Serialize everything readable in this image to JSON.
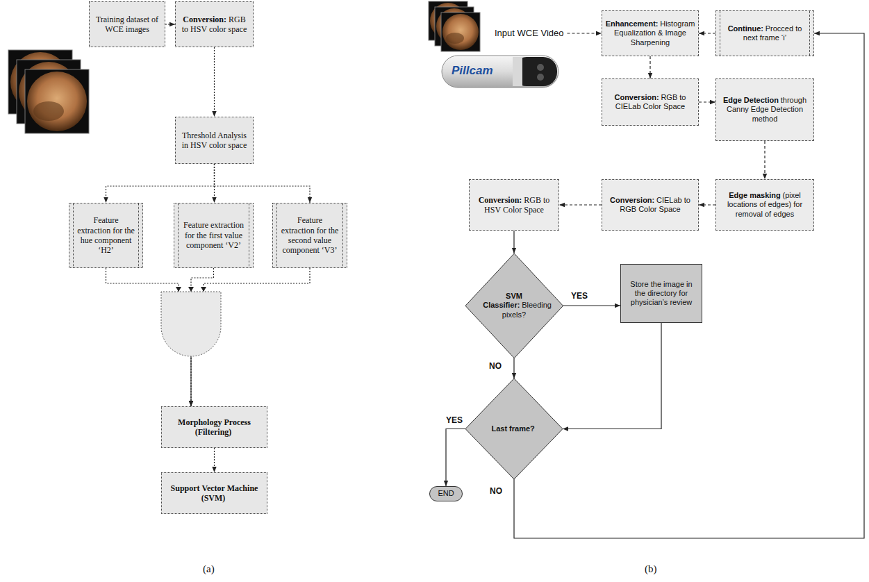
{
  "diagram": {
    "nodes": [
      {
        "text": [
          "Training dataset of WCE images"
        ]
      },
      {
        "text": [
          "Conversion:",
          "RGB to HSV color space"
        ]
      },
      {
        "text": [
          "Threshold Analysis in HSV color space"
        ]
      },
      {
        "text": [
          "Feature extraction for the hue component ‘H2’"
        ]
      },
      {
        "text": [
          "Feature extraction for the first value component ‘V2’"
        ]
      },
      {
        "text": [
          "Feature extraction for the second value component ‘V3’"
        ]
      },
      {
        "text": [
          "Morphology Process (Filtering)"
        ]
      },
      {
        "text": [
          "Support Vector Machine (SVM)"
        ]
      },
      {
        "text": [
          "Enhancement:",
          "Histogram Equalization & Image Sharpening"
        ]
      },
      {
        "text": [
          "Continue:",
          "Procced to next frame ‘i’"
        ]
      },
      {
        "text": [
          "Conversion:",
          "RGB to CIELab Color Space"
        ]
      },
      {
        "text": [
          "Edge Detection",
          "through Canny Edge Detection method"
        ]
      },
      {
        "text": [
          "Edge masking",
          "(pixel locations of edges) for removal of edges"
        ]
      },
      {
        "text": [
          "Conversion:",
          "CIELab to RGB Color Space"
        ]
      },
      {
        "text": [
          "Conversion:",
          "RGB to HSV Color Space"
        ]
      },
      {
        "text": [
          "SVM Classifier:",
          "Bleeding pixels?"
        ]
      },
      {
        "text": [
          "Store the image in the directory for physician’s review"
        ]
      },
      {
        "text": [
          "Last frame?"
        ]
      },
      {
        "text": [
          "END"
        ]
      }
    ],
    "edges": [
      {
        "from": 0,
        "to": 1,
        "arrow": "to"
      },
      {
        "from": 1,
        "to": 2,
        "arrow": "to"
      },
      {
        "from": 2,
        "to": 3,
        "arrow": "to"
      },
      {
        "from": 2,
        "to": 4,
        "arrow": "to"
      },
      {
        "from": 2,
        "to": 5,
        "arrow": "to"
      },
      {
        "from": 3,
        "to": 6,
        "arrow": "to"
      },
      {
        "from": 4,
        "to": 6,
        "arrow": "to"
      },
      {
        "from": 5,
        "to": 6,
        "arrow": "to"
      },
      {
        "from": 6,
        "to": 7,
        "arrow": "to"
      },
      {
        "from": 9,
        "to": 8,
        "arrow": "to"
      },
      {
        "from": 8,
        "to": 10,
        "arrow": "to"
      },
      {
        "from": 10,
        "to": 11,
        "arrow": "to"
      },
      {
        "from": 11,
        "to": 12,
        "arrow": "to"
      },
      {
        "from": 12,
        "to": 13,
        "arrow": "to"
      },
      {
        "from": 13,
        "to": 14,
        "arrow": "to"
      },
      {
        "from": 14,
        "to": 15,
        "arrow": "to"
      },
      {
        "from": 15,
        "to": 16,
        "label": "YES",
        "arrow": "to"
      },
      {
        "from": 15,
        "to": 17,
        "label": "NO",
        "arrow": "to"
      },
      {
        "from": 16,
        "to": 17,
        "arrow": "to"
      },
      {
        "from": 17,
        "to": 18,
        "label": "YES",
        "arrow": "to"
      },
      {
        "from": 17,
        "to": 9,
        "label": "NO",
        "arrow": "to"
      }
    ],
    "labels": [
      "(a)",
      "(b)",
      "Input WCE Video",
      "Pillcam"
    ]
  }
}
